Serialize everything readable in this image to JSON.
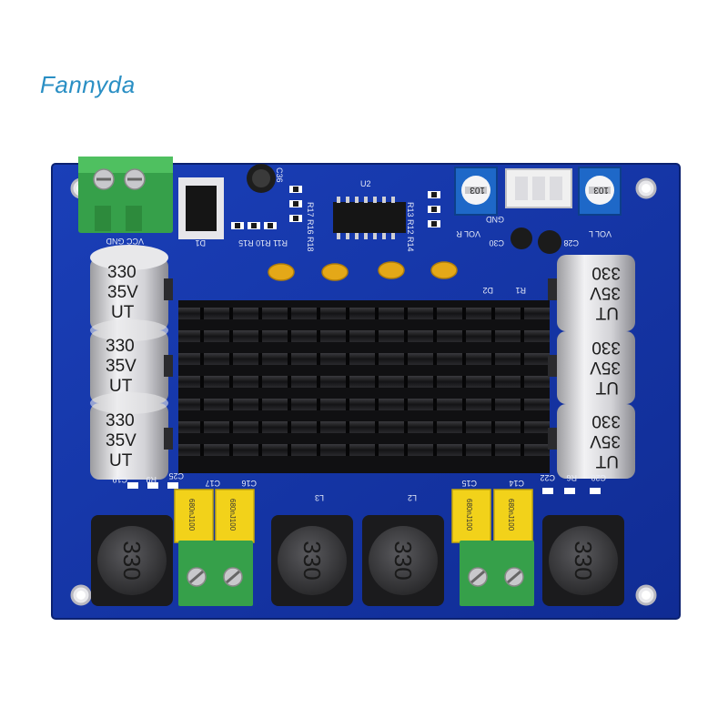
{
  "watermark": "Fannyda",
  "caps_left": [
    {
      "l1": "330",
      "l2": "35V",
      "l3": "UT"
    },
    {
      "l1": "330",
      "l2": "35V",
      "l3": "UT"
    },
    {
      "l1": "330",
      "l2": "35V",
      "l3": "UT"
    }
  ],
  "caps_right": [
    {
      "l1": "UT",
      "l2": "35V",
      "l3": "330"
    },
    {
      "l1": "UT",
      "l2": "35V",
      "l3": "330"
    },
    {
      "l1": "UT",
      "l2": "35V",
      "l3": "330"
    }
  ],
  "inductor_label": "330",
  "film_cap_label": "680nJ100",
  "pot_label": "103",
  "silk": {
    "vcc_gnd": "VCC GND",
    "d1": "D1",
    "r_row": "R11 R10 R15",
    "r_row2": "R17 R16 R18",
    "u2": "U2",
    "r_row3": "R13 R12 R14",
    "c36": "C36",
    "vol_r": "VOL R",
    "vol_l": "VOL L",
    "gnd": "GND",
    "c30": "C30",
    "c28": "C28",
    "d2": "D2",
    "r1": "R1",
    "c19": "C19",
    "r9": "R9",
    "c25": "C25",
    "c17": "C17",
    "c16": "C16",
    "l3": "L3",
    "l2": "L2",
    "c15": "C15",
    "c14": "C14",
    "c22": "C22",
    "r6": "R6",
    "c20": "C20"
  }
}
